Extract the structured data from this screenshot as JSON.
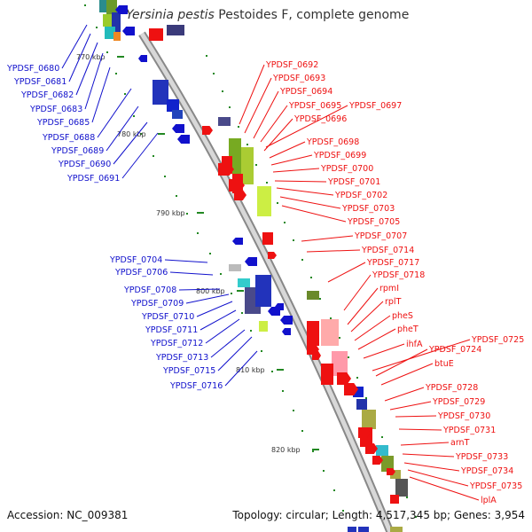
{
  "title": {
    "species": "Yersinia pestis",
    "rest": "Pestoides F, complete genome"
  },
  "footer": {
    "accession": "Accession: NC_009381",
    "summary": "Topology: circular; Length: 4,517,345 bp; Genes: 3,954"
  },
  "colors": {
    "forward_strand": "#ee1111",
    "reverse_strand": "#1111cc",
    "backbone": "#aaaaaa",
    "tick_mark": "#228822"
  },
  "tick_labels": [
    "770 kbp",
    "780 kbp",
    "790 kbp",
    "800 kbp",
    "810 kbp",
    "820 kbp"
  ],
  "left_labels": [
    "YPDSF_0680",
    "YPDSF_0681",
    "YPDSF_0682",
    "YPDSF_0683",
    "YPDSF_0685",
    "YPDSF_0688",
    "YPDSF_0689",
    "YPDSF_0690",
    "YPDSF_0691",
    "YPDSF_0704",
    "YPDSF_0706",
    "YPDSF_0708",
    "YPDSF_0709",
    "YPDSF_0710",
    "YPDSF_0711",
    "YPDSF_0712",
    "YPDSF_0713",
    "YPDSF_0715",
    "YPDSF_0716"
  ],
  "right_labels": [
    "YPDSF_0692",
    "YPDSF_0693",
    "YPDSF_0694",
    "YPDSF_0695",
    "YPDSF_0697",
    "YPDSF_0696",
    "YPDSF_0698",
    "YPDSF_0699",
    "YPDSF_0700",
    "YPDSF_0701",
    "YPDSF_0702",
    "YPDSF_0703",
    "YPDSF_0705",
    "YPDSF_0707",
    "YPDSF_0714",
    "YPDSF_0717",
    "YPDSF_0718",
    "rpmI",
    "rplT",
    "pheS",
    "pheT",
    "ihfA",
    "YPDSF_0725",
    "YPDSF_0724",
    "btuE",
    "YPDSF_0728",
    "YPDSF_0729",
    "YPDSF_0730",
    "YPDSF_0731",
    "arnT",
    "YPDSF_0733",
    "YPDSF_0734",
    "YPDSF_0735",
    "lplA"
  ]
}
